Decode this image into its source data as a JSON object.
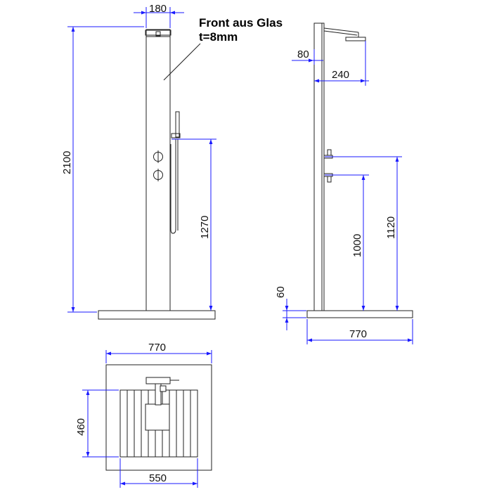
{
  "colors": {
    "dimension": "#1a1aff",
    "outline": "#222222"
  },
  "note": {
    "line1": "Front aus Glas",
    "line2": "t=8mm"
  },
  "front_view": {
    "width_dim": "180",
    "height_dim": "2100",
    "handshower_height_dim": "1270"
  },
  "side_view": {
    "wall_offset_dim": "80",
    "head_reach_dim": "240",
    "upper_valve_dim": "1120",
    "lower_valve_dim": "1000",
    "base_height_dim": "60",
    "base_depth_dim": "770"
  },
  "plan_view": {
    "outer_width_dim": "770",
    "inner_depth_dim": "460",
    "inner_width_dim": "550"
  }
}
